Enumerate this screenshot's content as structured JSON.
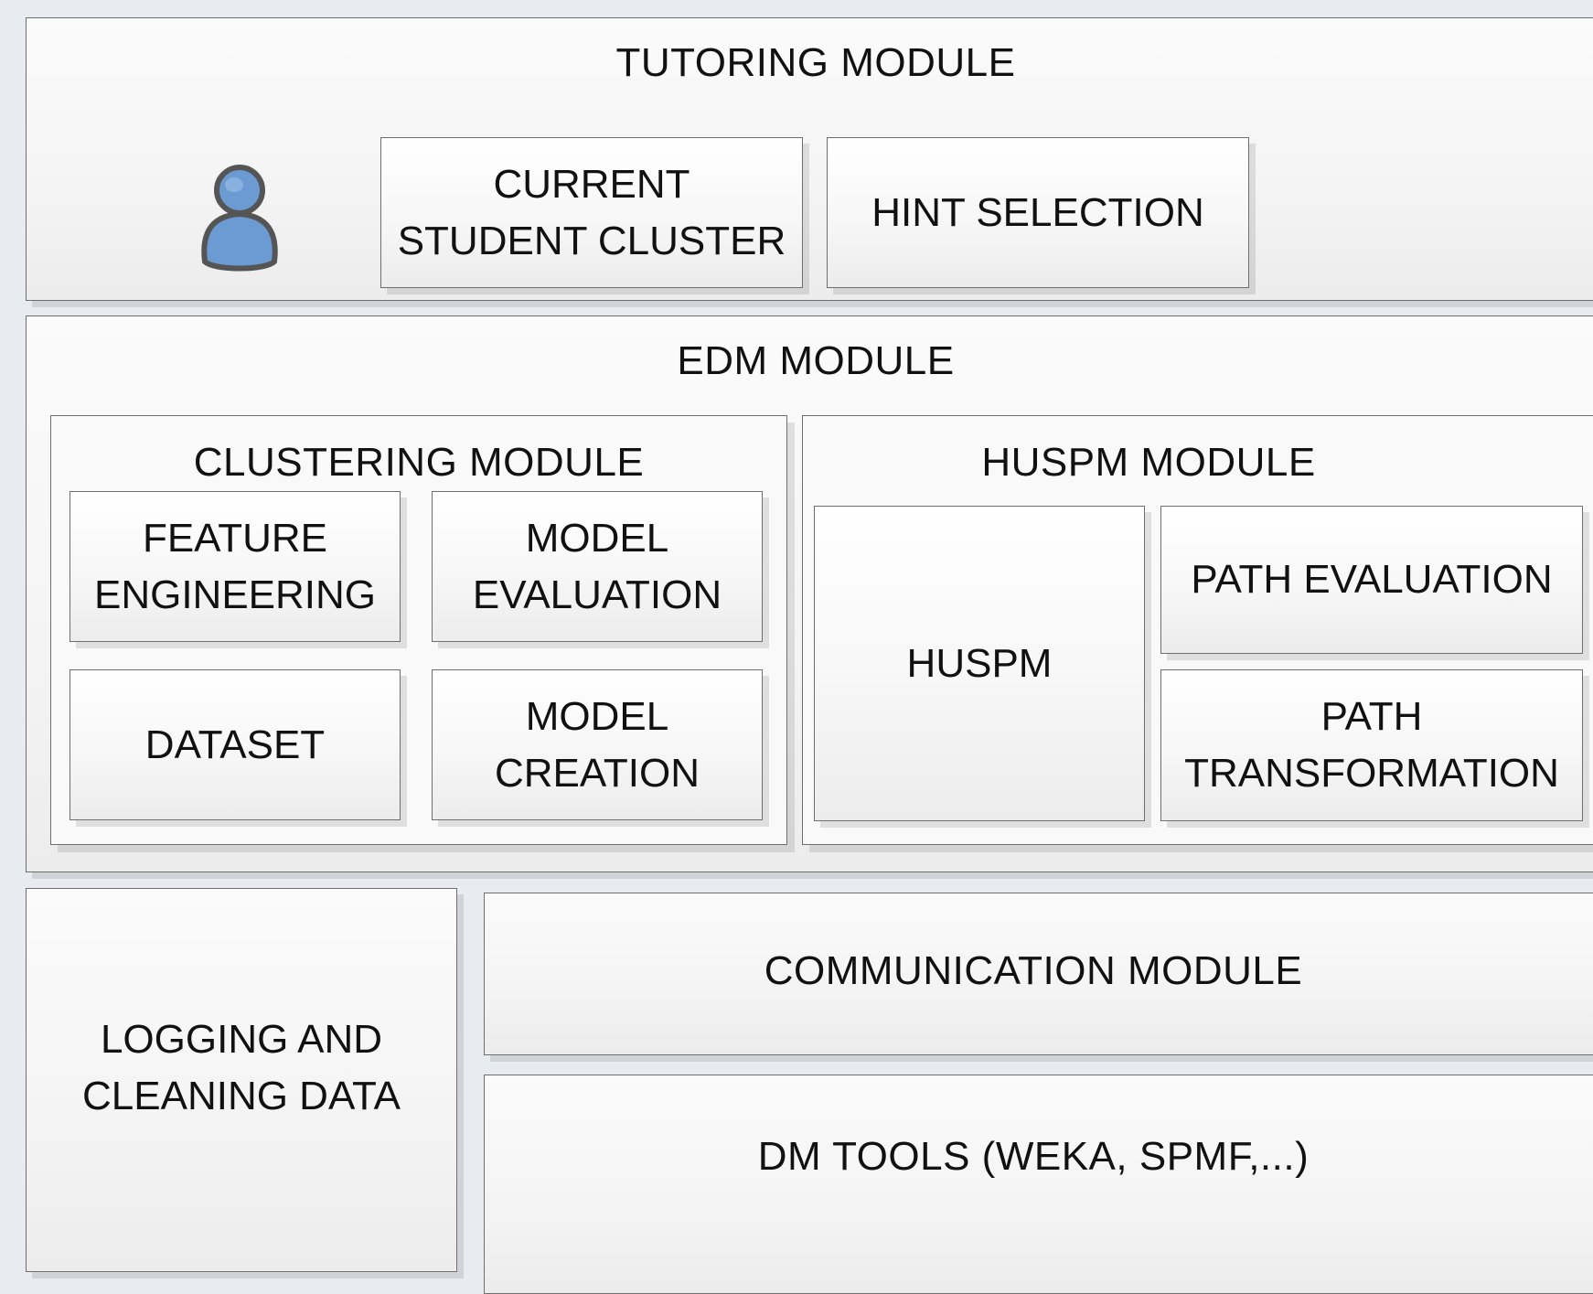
{
  "tutoring": {
    "title": "TUTORING MODULE",
    "current_cluster": [
      "CURRENT",
      "STUDENT CLUSTER"
    ],
    "hint_selection": "HINT SELECTION",
    "student_icon": "student-user-icon"
  },
  "edm": {
    "title": "EDM MODULE",
    "clustering": {
      "title": "CLUSTERING MODULE",
      "feature_engineering": [
        "FEATURE",
        "ENGINEERING"
      ],
      "model_evaluation": [
        "MODEL",
        "EVALUATION"
      ],
      "dataset": "DATASET",
      "model_creation": [
        "MODEL",
        "CREATION"
      ]
    },
    "huspm": {
      "title": "HUSPM MODULE",
      "huspm": "HUSPM",
      "path_evaluation": "PATH EVALUATION",
      "path_transformation": [
        "PATH",
        "TRANSFORMATION"
      ]
    }
  },
  "logging": [
    "LOGGING AND",
    "CLEANING DATA"
  ],
  "communication": "COMMUNICATION MODULE",
  "dm_tools": "DM TOOLS (WEKA, SPMF,...)",
  "colors": {
    "box_border": "#6e6e6e",
    "box_fill": "#f4f4f4",
    "background": "#e8ebf0",
    "user_icon": "#6b9bd2"
  }
}
